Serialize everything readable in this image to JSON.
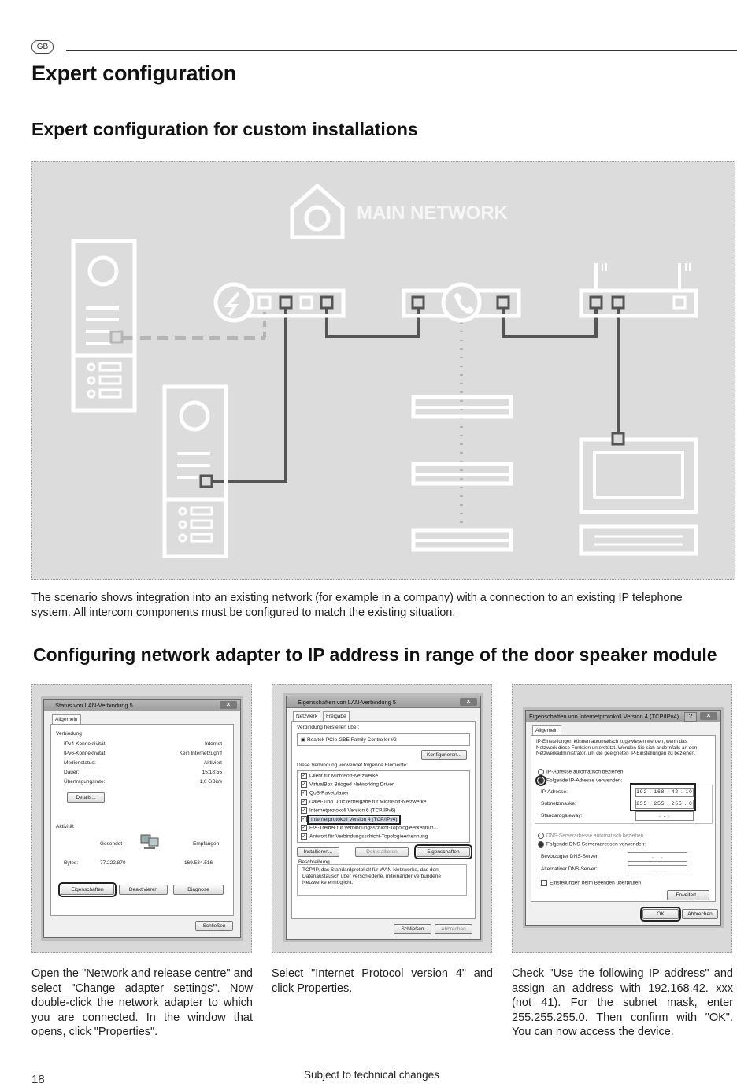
{
  "header": {
    "lang": "GB",
    "title": "Expert configuration"
  },
  "section1": {
    "heading": "Expert configuration for custom installations",
    "diagram_label": "MAIN NETWORK",
    "description": "The scenario shows integration into an existing network (for example in a company) with a connection to an existing IP telephone system. All intercom components must be configured to match the existing situation."
  },
  "section2": {
    "heading": "Configuring network adapter to IP address in range of the door speaker module",
    "captions": [
      "Open the \"Network and release centre\" and select \"Change adapter settings\". Now double-click the network adapter to which you are connected. In the window that opens, click \"Properties\".",
      "Select \"Internet Protocol version 4\" and click Properties.",
      "Check \"Use the following IP address\" and assign an address with 192.168.42. xxx (not 41). For the subnet mask, enter 255.255.255.0. Then confirm with \"OK\". You can now access the device."
    ]
  },
  "shot1": {
    "title": "Status von LAN-Verbindung 5",
    "tab": "Allgemein",
    "group_connection": "Verbindung",
    "rows": [
      {
        "k": "IPv4-Konnektivität:",
        "v": "Internet"
      },
      {
        "k": "IPv6-Konnektivität:",
        "v": "Kein Internetzugriff"
      },
      {
        "k": "Medienstatus:",
        "v": "Aktiviert"
      },
      {
        "k": "Dauer:",
        "v": "15:18:55"
      },
      {
        "k": "Übertragungsrate:",
        "v": "1,0 GBit/s"
      }
    ],
    "details_btn": "Details...",
    "group_activity": "Aktivität",
    "sent": "Gesendet",
    "received": "Empfangen",
    "bytes_label": "Bytes:",
    "bytes_sent": "77.222.870",
    "bytes_received": "169.534.516",
    "btn_properties": "Eigenschaften",
    "btn_deactivate": "Deaktivieren",
    "btn_diagnose": "Diagnose",
    "btn_close": "Schließen"
  },
  "shot2": {
    "title": "Eigenschaften von LAN-Verbindung 5",
    "tab_network": "Netzwerk",
    "tab_share": "Freigabe",
    "connect_using": "Verbindung herstellen über:",
    "adapter": "Realtek PCIe GBE Family Controller #2",
    "configure_btn": "Konfigurieren...",
    "uses_items": "Diese Verbindung verwendet folgende Elemente:",
    "items": [
      "Client für Microsoft-Netzwerke",
      "VirtualBox Bridged Networking Driver",
      "QoS-Paketplaner",
      "Datei- und Druckerfreigabe für Microsoft-Netzwerke",
      "Internetprotokoll Version 6 (TCP/IPv6)",
      "Internetprotokoll Version 4 (TCP/IPv4)",
      "E/A-Treiber für Verbindungsschicht-Topologieerkennun...",
      "Antwort für Verbindungsschicht-Topologieerkennung"
    ],
    "btn_install": "Installieren...",
    "btn_uninstall": "Deinstallieren",
    "btn_properties": "Eigenschaften",
    "desc_label": "Beschreibung",
    "desc_text": "TCP/IP, das Standardprotokoll für WAN-Netzwerke, das den Datenaustausch über verschiedene, miteinander verbundene Netzwerke ermöglicht.",
    "btn_close": "Schließen",
    "btn_cancel": "Abbrechen"
  },
  "shot3": {
    "title": "Eigenschaften von Internetprotokoll Version 4 (TCP/IPv4)",
    "tab": "Allgemein",
    "intro": "IP-Einstellungen können automatisch zugewiesen werden, wenn das Netzwerk diese Funktion unterstützt. Wenden Sie sich andernfalls an den Netzwerkadministrator, um die geeigneten IP-Einstellungen zu beziehen.",
    "auto_ip": "IP-Adresse automatisch beziehen",
    "use_ip": "Folgende IP-Adresse verwenden:",
    "ip_label": "IP-Adresse:",
    "ip_value": "192 . 168 . 42 . 10",
    "mask_label": "Subnetzmaske:",
    "mask_value": "255 . 255 . 255 . 0",
    "gw_label": "Standardgateway:",
    "empty_ip": ". . .",
    "auto_dns": "DNS-Serveradresse automatisch beziehen",
    "use_dns": "Folgende DNS-Serveradressen verwenden:",
    "dns1": "Bevorzugter DNS-Server:",
    "dns2": "Alternativer DNS-Server:",
    "validate": "Einstellungen beim Beenden überprüfen",
    "btn_advanced": "Erweitert...",
    "btn_ok": "OK",
    "btn_cancel": "Abbrechen"
  },
  "footer": {
    "page": "18",
    "note": "Subject to technical changes"
  }
}
